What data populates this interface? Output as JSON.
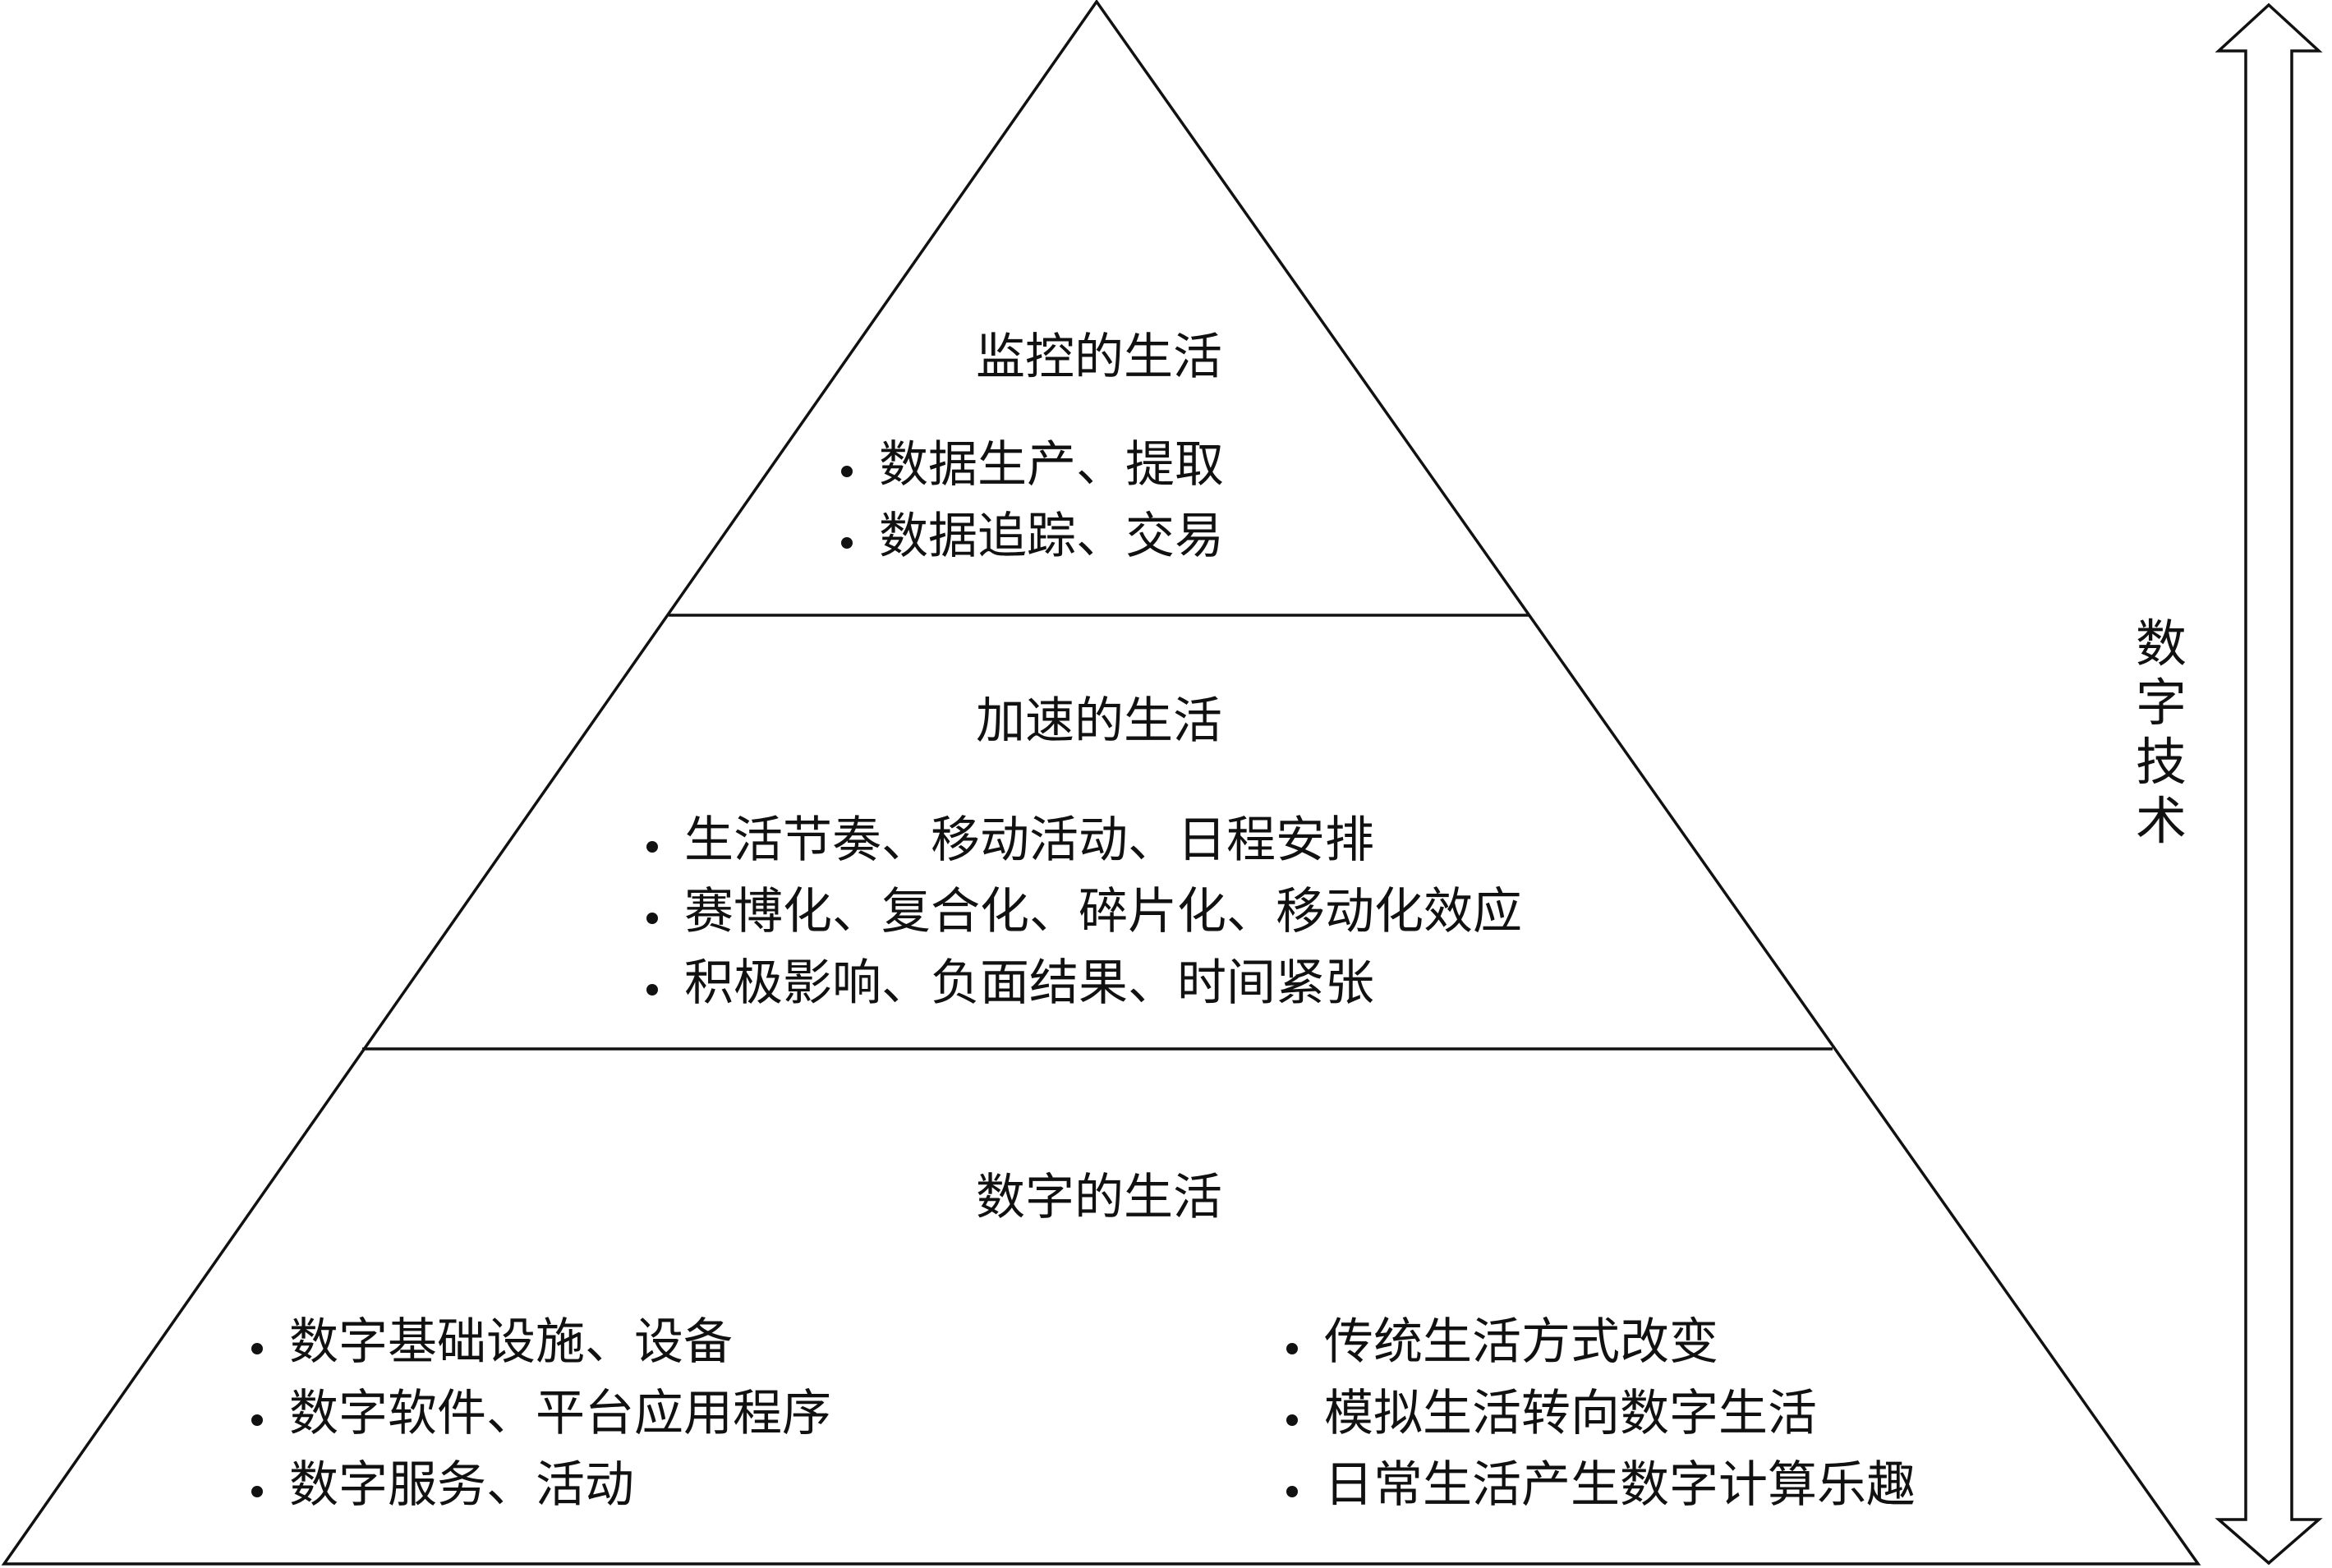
{
  "diagram": {
    "tiers": [
      {
        "title": "监控的生活",
        "items": [
          "数据生产、提取",
          "数据追踪、交易"
        ]
      },
      {
        "title": "加速的生活",
        "items": [
          "生活节奏、移动活动、日程安排",
          "赛博化、复合化、碎片化、移动化效应",
          "积极影响、负面结果、时间紧张"
        ]
      },
      {
        "title": "数字的生活",
        "left_items": [
          "数字基础设施、设备",
          "数字软件、平台应用程序",
          "数字服务、活动"
        ],
        "right_items": [
          "传统生活方式改变",
          "模拟生活转向数字生活",
          "日常生活产生数字计算乐趣"
        ]
      }
    ],
    "side_arrow_label": [
      "数",
      "字",
      "技",
      "术"
    ],
    "line_color": "#111111"
  }
}
